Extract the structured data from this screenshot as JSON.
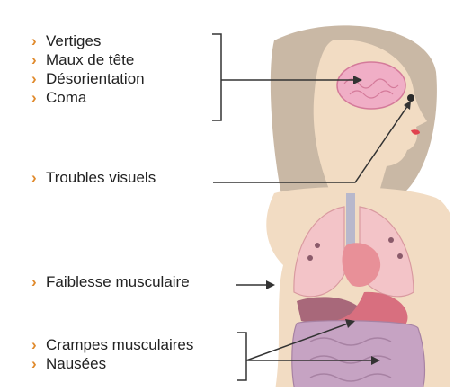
{
  "accent_color": "#e08a2c",
  "groups": [
    {
      "id": "head",
      "items": [
        "Vertiges",
        "Maux de tête",
        "Désorientation",
        "Coma"
      ]
    },
    {
      "id": "eyes",
      "items": [
        "Troubles visuels"
      ]
    },
    {
      "id": "muscles",
      "items": [
        "Faiblesse musculaire"
      ]
    },
    {
      "id": "gut",
      "items": [
        "Crampes musculaires",
        "Nausées"
      ]
    }
  ],
  "icons": {
    "bullet": "chevron-right-icon"
  }
}
